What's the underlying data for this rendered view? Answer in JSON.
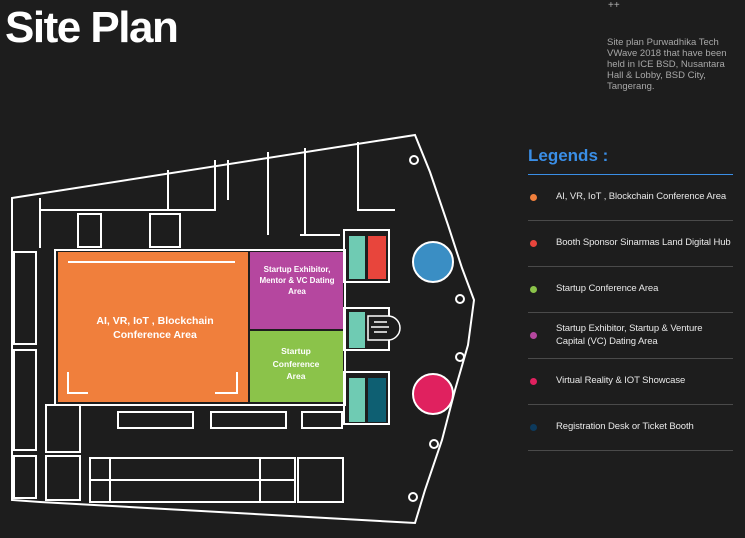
{
  "page": {
    "title": "Site Plan",
    "marker": "++",
    "description": "Site plan Purwadhika Tech VWave 2018 that have been held in ICE BSD, Nusantara Hall & Lobby, BSD City, Tangerang."
  },
  "legend": {
    "title": "Legends :",
    "items": [
      {
        "label": "AI, VR, IoT , Blockchain Conference Area",
        "color": "#f07f3c"
      },
      {
        "label": "Booth Sponsor Sinarmas Land Digital Hub",
        "color": "#e8453c"
      },
      {
        "label": "Startup Conference Area",
        "color": "#8bc34a"
      },
      {
        "label": "Startup Exhibitor, Startup & Venture Capital (VC) Dating Area",
        "color": "#b5479f"
      },
      {
        "label": "Virtual Reality & IOT Showcase",
        "color": "#e0215f"
      },
      {
        "label": "Registration Desk or Ticket Booth",
        "color": "#0d3a5c"
      }
    ]
  },
  "zones": {
    "conference": "AI, VR, IoT , Blockchain Conference Area",
    "exhibitor": "Startup Exhibitor, Mentor & VC Dating Area",
    "startup": "Startup Conference Area"
  },
  "colors": {
    "background": "#1d1d1d",
    "accent": "#3a8ee6",
    "orange": "#f07f3c",
    "purple": "#b5479f",
    "green": "#8bc34a",
    "teal": "#6fcbb3",
    "red": "#e8453c",
    "blue": "#3a8ec4",
    "pink": "#e0215f",
    "darkteal": "#0e5f72"
  }
}
